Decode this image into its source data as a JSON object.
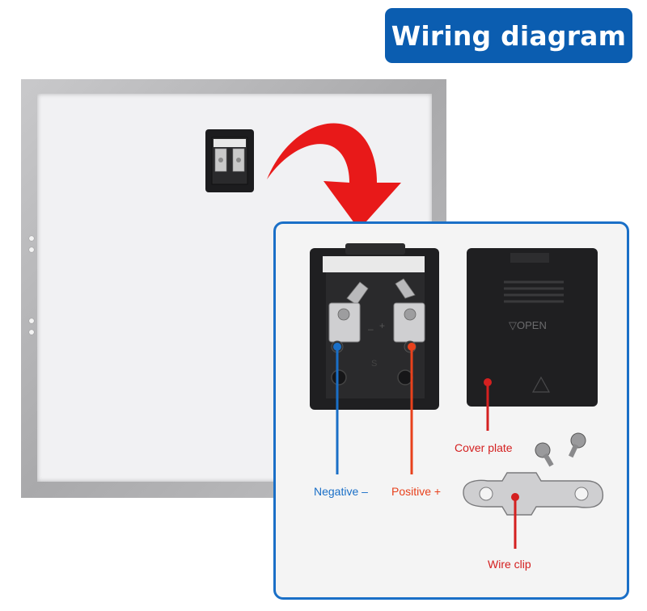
{
  "title": "Wiring diagram",
  "labels": {
    "negative": "Negative –",
    "positive": "Positive +",
    "cover_plate": "Cover plate",
    "wire_clip": "Wire clip"
  },
  "box_marks": {
    "minus": "–",
    "plus": "+",
    "s": "S",
    "open": "▽OPEN"
  },
  "colors": {
    "title_bg": "#0b5db0",
    "detail_border": "#1a6fc7",
    "arrow": "#e81919",
    "negative": "#1a6fc7",
    "positive": "#e8411c",
    "callout": "#d42020"
  }
}
